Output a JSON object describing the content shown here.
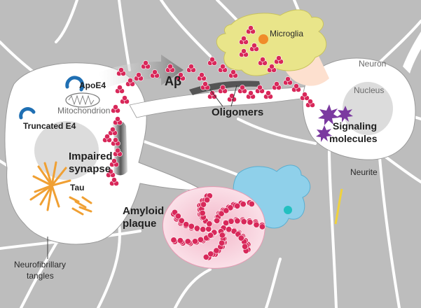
{
  "labels": {
    "microglia": "Microglia",
    "neuron": "Neuron",
    "nucleus": "Nucleus",
    "abeta": "Aβ",
    "oligomers": "Oligomers",
    "apoe4": "ApoE4",
    "mitochondrion": "Mitochondrion",
    "truncated_e4": "Truncated E4",
    "impaired_synapse_1": "Impaired",
    "impaired_synapse_2": "synapse",
    "signaling_1": "Signaling",
    "signaling_2": "molecules",
    "neurite": "Neurite",
    "tau": "Tau",
    "amyloid_1": "Amyloid",
    "amyloid_2": "plaque",
    "nft_1": "Neurofibrillary",
    "nft_2": "tangles"
  },
  "colors": {
    "background_tissue": "#bdbdbd",
    "neuron_body": "#ffffff",
    "nucleus": "#dcdcdc",
    "abeta_particle": "#d8285a",
    "microglia": "#e9e58a",
    "astrocyte": "#8fd0ea",
    "tau_fibers": "#f0a033",
    "signaling_molecule": "#7b3aa0",
    "plaque_halo": "#f6c9d6",
    "apoe4": "#1f6fb3"
  },
  "icons": [
    "abeta-arrow-icon",
    "apoe4-icon",
    "truncated-e4-icon",
    "mitochondrion-icon",
    "signaling-molecule-icon",
    "tau-fiber-icon",
    "microglia-icon",
    "astrocyte-icon",
    "amyloid-plaque-icon"
  ]
}
